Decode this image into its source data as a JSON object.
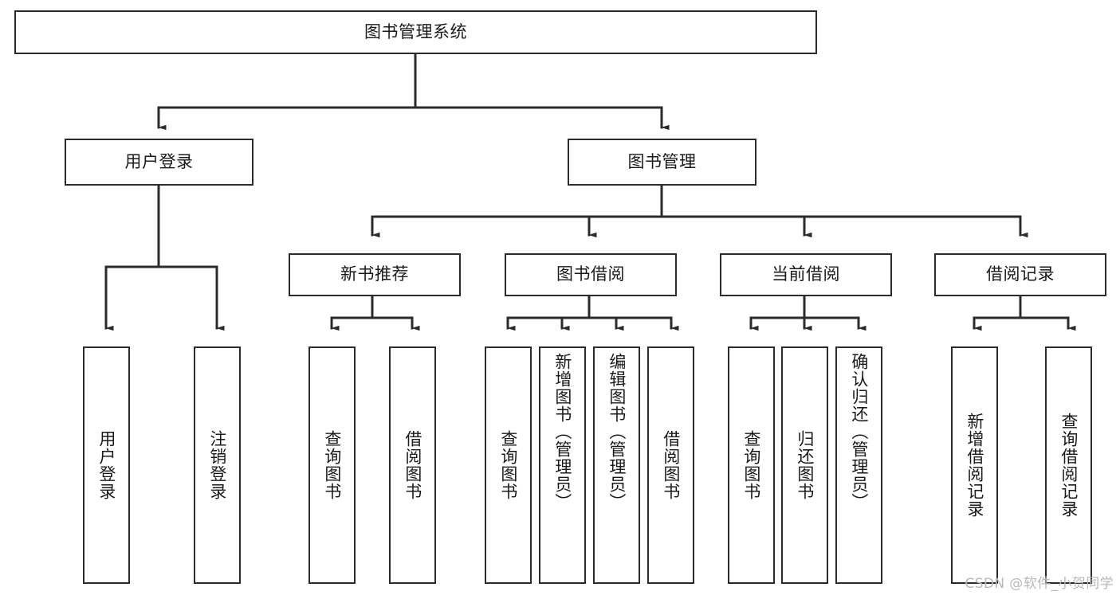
{
  "diagram": {
    "type": "tree-hierarchy-chart",
    "title": "图书管理系统",
    "orientation": "top-down",
    "line_color": "#2b2b2b",
    "box_fill": "#ffffff",
    "text_color": "#1a1a1a",
    "root": {
      "label": "图书管理系统"
    },
    "level1": [
      {
        "label": "用户登录"
      },
      {
        "label": "图书管理"
      }
    ],
    "level2": [
      {
        "label": "新书推荐"
      },
      {
        "label": "图书借阅"
      },
      {
        "label": "当前借阅"
      },
      {
        "label": "借阅记录"
      }
    ],
    "leaves": {
      "user_login": [
        {
          "label": "用户登录"
        },
        {
          "label": "注销登录"
        }
      ],
      "new_book_recommend": [
        {
          "label": "查询图书"
        },
        {
          "label": "借阅图书"
        }
      ],
      "book_borrow": [
        {
          "label": "查询图书"
        },
        {
          "label": "新增图书（管理员）"
        },
        {
          "label": "编辑图书（管理员）"
        },
        {
          "label": "借阅图书"
        }
      ],
      "current_borrow": [
        {
          "label": "查询图书"
        },
        {
          "label": "归还图书"
        },
        {
          "label": "确认归还（管理员）"
        }
      ],
      "borrow_record": [
        {
          "label": "新增借阅记录"
        },
        {
          "label": "查询借阅记录"
        }
      ]
    },
    "watermark": "CSDN @软件_小贺同学"
  }
}
